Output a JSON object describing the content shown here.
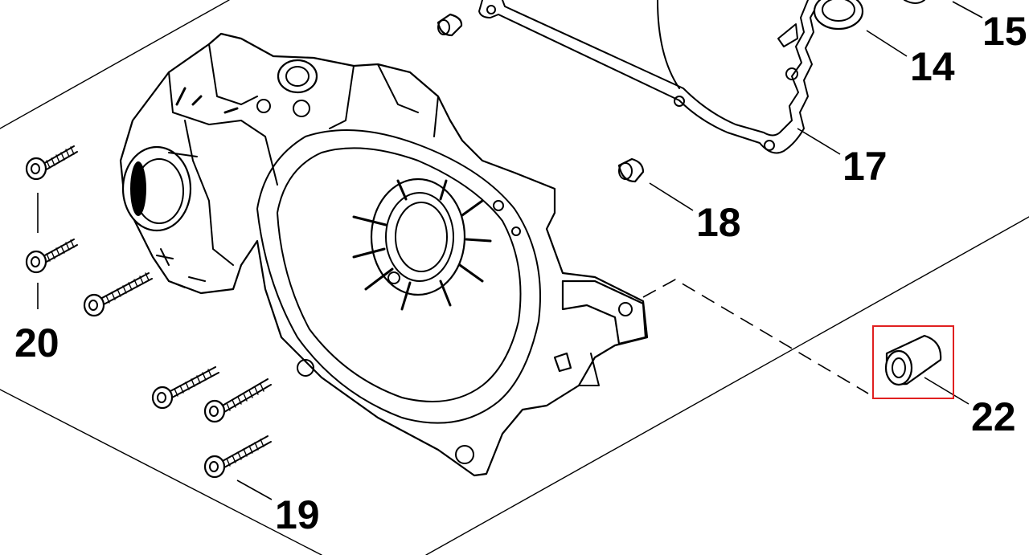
{
  "diagram": {
    "callouts": [
      {
        "id": "c15",
        "label": "15"
      },
      {
        "id": "c14",
        "label": "14"
      },
      {
        "id": "c17",
        "label": "17"
      },
      {
        "id": "c18",
        "label": "18"
      },
      {
        "id": "c20",
        "label": "20"
      },
      {
        "id": "c22",
        "label": "22"
      },
      {
        "id": "c19",
        "label": "19"
      }
    ],
    "highlight": {
      "part": "22",
      "color": "#e02020"
    },
    "line_color": "#000000",
    "background": "#ffffff"
  }
}
